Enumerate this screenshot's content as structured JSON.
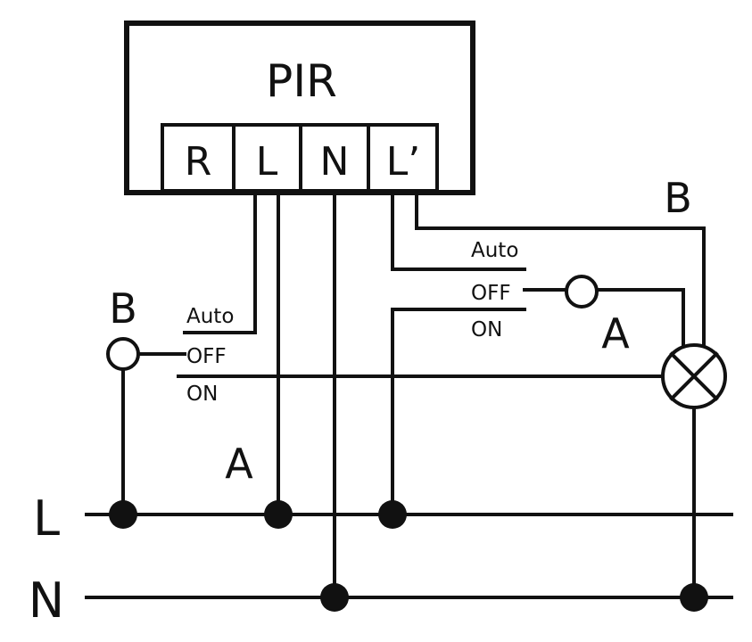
{
  "diagram": {
    "pir_title": "PIR",
    "terminals": [
      "R",
      "L",
      "N",
      "L’"
    ],
    "bus_labels": {
      "line": "L",
      "neutral": "N"
    },
    "switch_left": {
      "tag": "B",
      "auto": "Auto",
      "off": "OFF",
      "on": "ON"
    },
    "switch_right": {
      "tag": "A",
      "auto": "Auto",
      "off": "OFF",
      "on": "ON"
    },
    "label_a_bottom": "A",
    "label_b_top": "B"
  }
}
